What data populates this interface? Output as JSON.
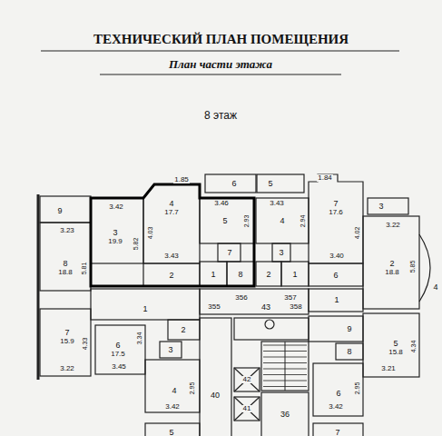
{
  "diagram": {
    "title": "ТЕХНИЧЕСКИЙ ПЛАН ПОМЕЩЕНИЯ",
    "labels": [
      "План части этажа",
      "8 этаж",
      "1.85",
      "6",
      "5",
      "1.84",
      "9",
      "3.42",
      "4",
      "17.7",
      "3.46",
      "3.43",
      "7",
      "17.6",
      "3",
      "3.23",
      "3.22",
      "5",
      "2.93",
      "4",
      "2.94",
      "3",
      "19.9",
      "4.03",
      "5.82",
      "8",
      "18.8",
      "5.81",
      "2",
      "18.8",
      "5.85",
      "4",
      "3.43",
      "3.40",
      "4.02",
      "7",
      "3",
      "2",
      "1",
      "8",
      "2",
      "1",
      "6",
      "356",
      "357",
      "1",
      "355",
      "43",
      "358",
      "1",
      "2",
      "9",
      "3",
      "8",
      "7",
      "15.9",
      "4.33",
      "6",
      "17.5",
      "3.34",
      "5",
      "15.8",
      "4.34",
      "3.22",
      "3.45",
      "3.21",
      "4",
      "2.95",
      "40",
      "42",
      "6",
      "2.95",
      "3.42",
      "41",
      "36",
      "3.42",
      "5",
      "7"
    ]
  }
}
